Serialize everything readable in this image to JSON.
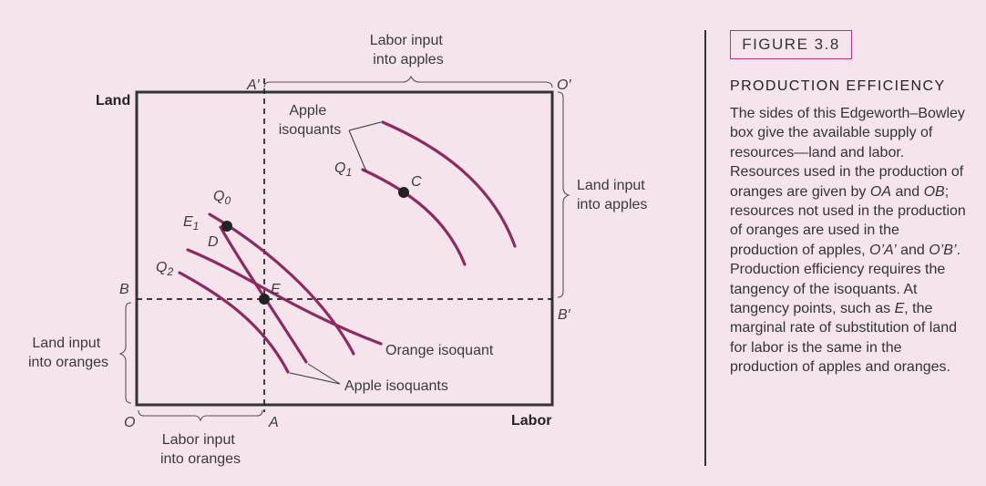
{
  "figure": {
    "tag": "FIGURE 3.8",
    "title": "PRODUCTION EFFICIENCY",
    "caption_parts": [
      "The sides of this Edgeworth–Bowley box give the available supply of resources—land and labor. Resources used in the production of oranges are given by ",
      "OA",
      " and ",
      "OB",
      "; resources not used in the production of oranges are used in the production of apples, ",
      "O’A’",
      " and ",
      "O’B’",
      ". Production efficiency requires the tangency of the isoquants. At tangency points, such as ",
      "E",
      ", the marginal rate of substitution of land for labor is the same in the production of apples and oranges."
    ]
  },
  "diagram": {
    "axes": {
      "land": "Land",
      "labor": "Labor"
    },
    "corners": {
      "origin": "O",
      "origin_prime": "O′",
      "a": "A",
      "a_prime": "A′",
      "b": "B",
      "b_prime": "B′"
    },
    "braces": {
      "labor_apples": [
        "Labor input",
        "into apples"
      ],
      "land_apples": [
        "Land input",
        "into apples"
      ],
      "land_oranges": [
        "Land input",
        "into oranges"
      ],
      "labor_oranges": [
        "Labor input",
        "into oranges"
      ]
    },
    "curve_labels": {
      "apple_top": [
        "Apple",
        "isoquants"
      ],
      "apple_bottom": "Apple isoquants",
      "orange": "Orange isoquant",
      "q1": "Q",
      "q1_sub": "1",
      "q0": "Q",
      "q0_sub": "0",
      "q2": "Q",
      "q2_sub": "2",
      "e1": "E",
      "e1_sub": "1"
    },
    "points": {
      "c": "C",
      "d": "D",
      "e": "E"
    },
    "colors": {
      "curve": "#8c2a62",
      "background": "#f6e4ec",
      "tag_border": "#b8357a"
    }
  }
}
